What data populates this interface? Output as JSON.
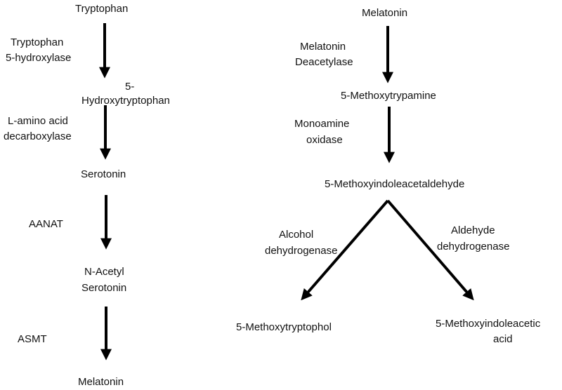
{
  "left_pathway": {
    "nodes": {
      "tryptophan": "Tryptophan",
      "hydroxytryptophan_line1": "5-",
      "hydroxytryptophan_line2": "Hydroxytryptophan",
      "serotonin": "Serotonin",
      "n_acetyl_line1": "N-Acetyl",
      "n_acetyl_line2": "Serotonin",
      "melatonin": "Melatonin"
    },
    "enzymes": {
      "tph_line1": "Tryptophan",
      "tph_line2": "5-hydroxylase",
      "aadc_line1": "L-amino acid",
      "aadc_line2": "decarboxylase",
      "aanat": "AANAT",
      "asmt": "ASMT"
    }
  },
  "right_pathway": {
    "nodes": {
      "melatonin": "Melatonin",
      "methoxytryptamine": "5-Methoxytrypamine",
      "methoxyindoleacetaldehyde": "5-Methoxyindoleacetaldehyde",
      "methoxytryptophol": "5-Methoxytryptophol",
      "methoxyindoleacetic_line1": "5-Methoxyindoleacetic",
      "methoxyindoleacetic_line2": "acid"
    },
    "enzymes": {
      "deacetylase_line1": "Melatonin",
      "deacetylase_line2": "Deacetylase",
      "mao_line1": "Monoamine",
      "mao_line2": "oxidase",
      "adh_line1": "Alcohol",
      "adh_line2": "dehydrogenase",
      "aldh_line1": "Aldehyde",
      "aldh_line2": "dehydrogenase"
    }
  },
  "colors": {
    "text": "#111111",
    "arrow": "#000000",
    "background": "#ffffff"
  }
}
